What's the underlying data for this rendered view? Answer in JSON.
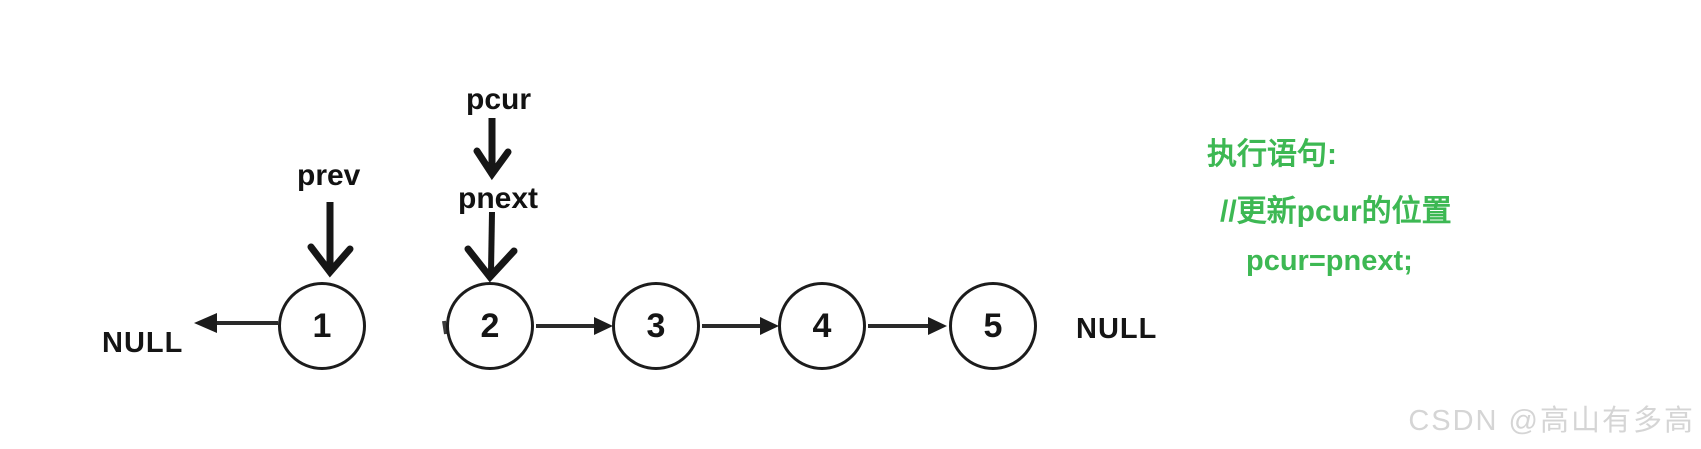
{
  "diagram": {
    "pointers": {
      "prev": {
        "label": "prev"
      },
      "pcur": {
        "label": "pcur"
      },
      "pnext": {
        "label": "pnext"
      }
    },
    "null_left": "NULL",
    "null_right": "NULL",
    "nodes": [
      {
        "value": "1"
      },
      {
        "value": "2"
      },
      {
        "value": "3"
      },
      {
        "value": "4"
      },
      {
        "value": "5"
      }
    ],
    "links": [
      "node1->NULL (reversed, points left)",
      "node2->node3",
      "node3->node4",
      "node4->node5"
    ]
  },
  "code_panel": {
    "title": "执行语句:",
    "comment": "//更新pcur的位置",
    "statement": "pcur=pnext;",
    "text_color": "#3db853"
  },
  "watermark": {
    "text": "CSDN @高山有多高",
    "color": "#d5d5d5"
  },
  "colors": {
    "background": "#ffffff",
    "ink": "#1c1c1c",
    "accent_green": "#3db853",
    "watermark_gray": "#d5d5d5"
  }
}
